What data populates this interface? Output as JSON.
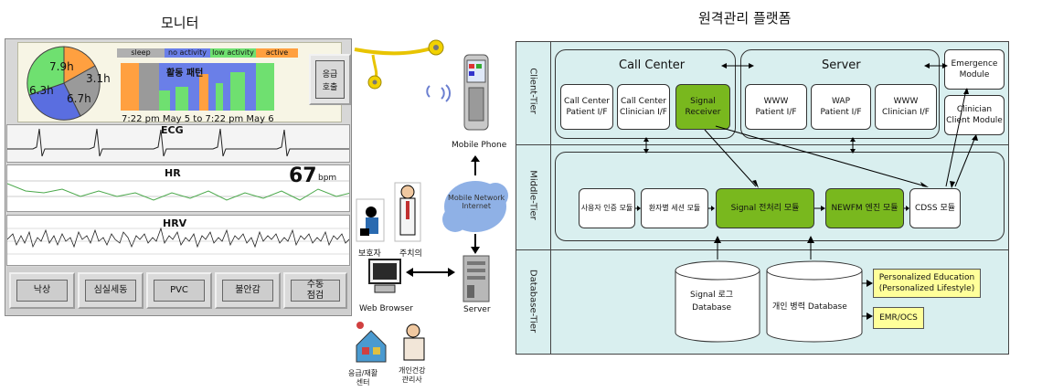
{
  "titles": {
    "monitor": "모니터",
    "platform": "원격관리 플랫폼"
  },
  "monitor": {
    "pie": [
      "7.9h",
      "3.1h",
      "6.3h",
      "6.7h"
    ],
    "legend": [
      "sleep",
      "no activity",
      "low activity",
      "active"
    ],
    "activity_title": "활동 패턴",
    "activity_caption": "7:22 pm May 5 to 7:22 pm May 6",
    "emergency_button": "응급\n호출",
    "ecg_label": "ECG",
    "hr_label": "HR",
    "hr_value": "67",
    "hr_unit": "bpm",
    "hrv_label": "HRV",
    "buttons": [
      "낙상",
      "심실세동",
      "PVC",
      "불안감",
      "수동\n점검"
    ]
  },
  "middle": {
    "mobile_phone": "Mobile Phone",
    "network": "Mobile Network\nInternet",
    "guardian": "보호자",
    "doctor": "주치의",
    "web_browser": "Web Browser",
    "server": "Server",
    "emergency_center": "응급/재활\n센터",
    "health_manager": "개인건강\n관리사"
  },
  "platform": {
    "tiers": [
      "Client-Tier",
      "Middle-Tier",
      "Database-Tier"
    ],
    "call_center": "Call Center",
    "server_group": "Server",
    "client_boxes": [
      "Call Center\nPatient I/F",
      "Call Center\nClinician I/F",
      "Signal\nReceiver"
    ],
    "server_boxes": [
      "WWW\nPatient I/F",
      "WAP\nPatient I/F",
      "WWW\nClinician I/F"
    ],
    "emergence_module": "Emergence\nModule",
    "clinician_module": "Clinician\nClient Module",
    "middle_boxes": [
      "사용자 인증 모듈",
      "환자별 세션 모듈",
      "Signal 전처리 모듈",
      "NEWFM 엔진 모듈",
      "CDSS 모듈"
    ],
    "db_signal": "Signal 로그\nDatabase",
    "db_personal": "개인 병력 Database",
    "personalized": "Personalized Education\n(Personalized Lifestyle)",
    "emr": "EMR/OCS"
  },
  "colors": {
    "green": "#79b81e",
    "teal_bg": "#d9efef",
    "yellow": "#ffff9a"
  }
}
